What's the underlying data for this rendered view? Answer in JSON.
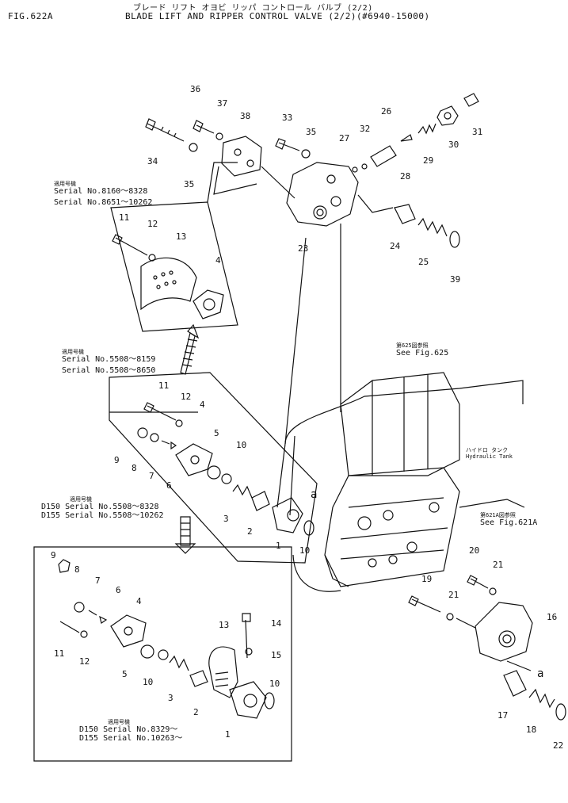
{
  "header": {
    "fig_no": "FIG.622A",
    "title_jp": "ブレード リフト オヨビ リッパ コントロール バルブ (2/2)",
    "title": "BLADE LIFT AND RIPPER CONTROL VALVE (2/2)(#6940-15000)"
  },
  "notes": {
    "serial_top": {
      "heading": "適用号機",
      "line1": "Serial No.8160～8328",
      "line2": "Serial No.8651～10262"
    },
    "serial_mid": {
      "heading": "適用号機",
      "line1": "Serial No.5508～8159",
      "line2": "Serial No.5508～8650"
    },
    "serial_d": {
      "heading": "適用号機",
      "line1": "D150 Serial No.5508～8328",
      "line2": "D155 Serial No.5508～10262"
    },
    "serial_bottom": {
      "heading": "適用号機",
      "line1": "D150 Serial No.8329～",
      "line2": "D155 Serial No.10263～"
    },
    "ref625": {
      "line1": "第625図参照",
      "line2": "See Fig.625"
    },
    "ref621a": {
      "line1": "第621A図参照",
      "line2": "See Fig.621A"
    },
    "tank": {
      "line1": "ハイドロ タンク",
      "line2": "Hydraulic Tank"
    },
    "mark_a1": "a",
    "mark_a2": "a"
  },
  "part_numbers": {
    "top": [
      "36",
      "37",
      "38",
      "33",
      "35",
      "26",
      "32",
      "27",
      "34",
      "35",
      "28",
      "29",
      "30",
      "31",
      "23",
      "24",
      "25",
      "39"
    ],
    "box1": [
      "11",
      "12",
      "13",
      "4"
    ],
    "box2": [
      "11",
      "12",
      "4",
      "5",
      "10",
      "9",
      "8",
      "7",
      "6",
      "3",
      "2",
      "1",
      "10"
    ],
    "box3": [
      "9",
      "8",
      "7",
      "6",
      "4",
      "11",
      "12",
      "5",
      "10",
      "3",
      "13",
      "14",
      "15",
      "2",
      "10",
      "1"
    ],
    "right": [
      "20",
      "21",
      "19",
      "21",
      "16",
      "17",
      "18",
      "22"
    ]
  }
}
